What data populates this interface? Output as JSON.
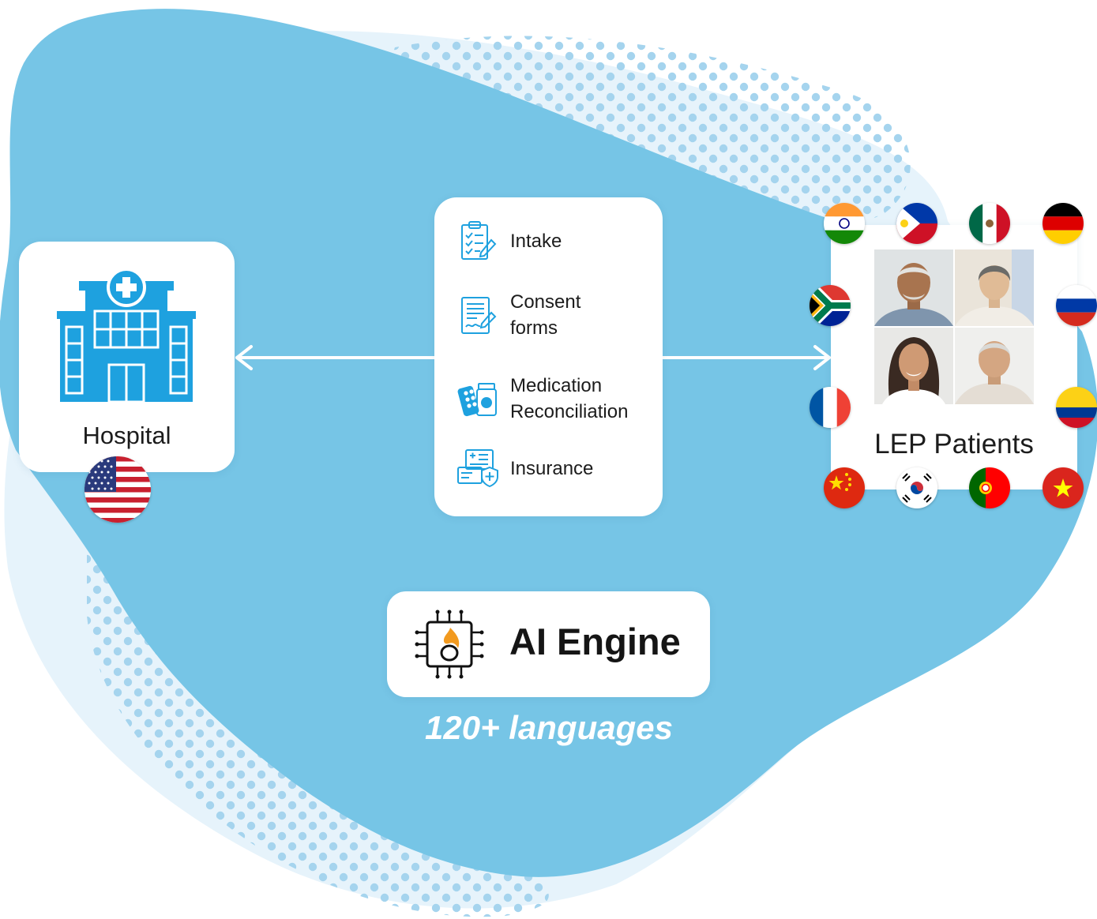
{
  "hospital": {
    "label": "Hospital",
    "icon": "hospital-building-icon",
    "flag": "us-flag"
  },
  "tasks": [
    {
      "label": "Intake",
      "icon": "clipboard-checklist-icon"
    },
    {
      "label": "Consent\nforms",
      "icon": "signed-document-icon"
    },
    {
      "label": "Medication\nReconciliation",
      "icon": "medication-pills-icon"
    },
    {
      "label": "Insurance",
      "icon": "insurance-card-icon"
    }
  ],
  "patients": {
    "label": "LEP Patients",
    "photos": [
      "elderly-man-photo",
      "elderly-woman-photo",
      "young-woman-photo",
      "older-man-photo"
    ],
    "flags": [
      "india",
      "philippines",
      "mexico",
      "germany",
      "south-africa",
      "russia",
      "france",
      "colombia",
      "china",
      "south-korea",
      "portugal",
      "vietnam"
    ]
  },
  "engine": {
    "label": "AI Engine",
    "icon": "ai-chip-flame-icon"
  },
  "tagline": "120+ languages",
  "colors": {
    "blob": "#76c5e6",
    "blob_light": "#e6f3fb",
    "dots": "#a5d4ee",
    "icon_blue": "#1ea1df",
    "flame": "#f29a1f",
    "text": "#1c1c1c"
  }
}
